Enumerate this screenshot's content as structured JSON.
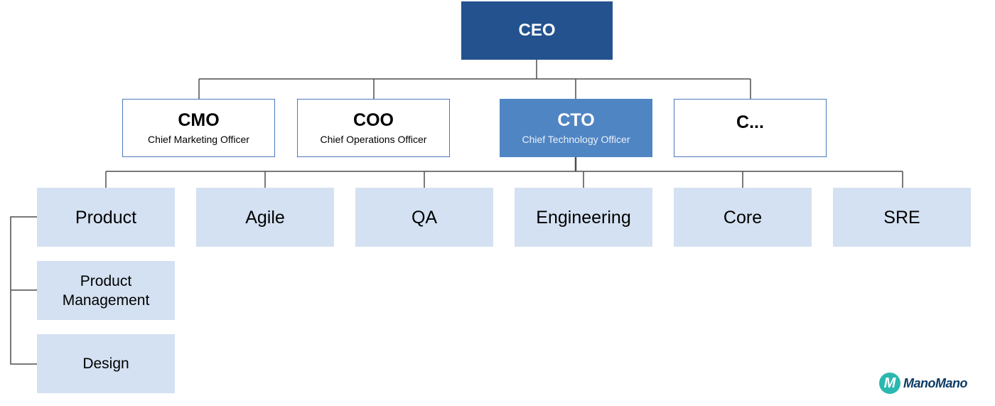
{
  "ceo": {
    "title": "CEO"
  },
  "executives": [
    {
      "title": "CMO",
      "subtitle": "Chief Marketing Officer"
    },
    {
      "title": "COO",
      "subtitle": "Chief Operations Officer"
    },
    {
      "title": "CTO",
      "subtitle": "Chief Technology Officer"
    },
    {
      "title": "C...",
      "subtitle": ""
    }
  ],
  "departments": [
    "Product",
    "Agile",
    "QA",
    "Engineering",
    "Core",
    "SRE"
  ],
  "product_subteams": [
    "Product\nManagement",
    "Design"
  ],
  "logo": {
    "text": "ManoMano",
    "mark": "M"
  },
  "colors": {
    "ceo": "#23528f",
    "cto_active": "#5085c3",
    "exec_border": "#4a79bd",
    "department_fill": "#d4e1f2",
    "connector": "#4d4d4d",
    "logo_mark": "#2bb8b0",
    "logo_text": "#0d3b66"
  }
}
